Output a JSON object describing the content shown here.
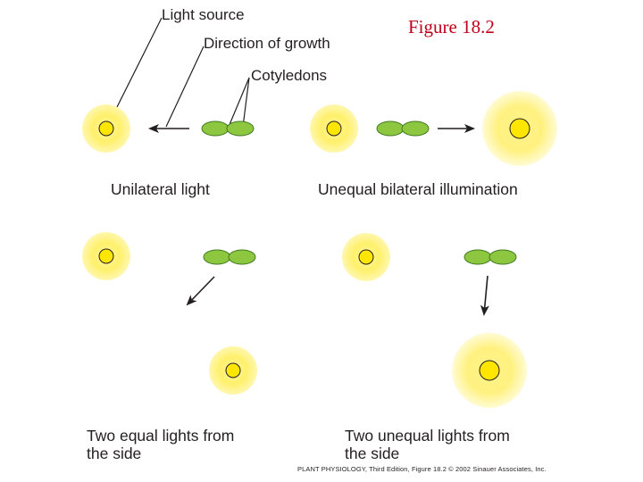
{
  "figure_title": "Figure 18.2",
  "callouts": {
    "light_source": "Light source",
    "direction_of_growth": "Direction of growth",
    "cotyledons": "Cotyledons"
  },
  "panels": {
    "unilateral": {
      "caption": "Unilateral light"
    },
    "unequal_bilateral": {
      "caption": "Unequal bilateral illumination"
    },
    "two_equal": {
      "caption_line1": "Two equal lights from",
      "caption_line2": "the side"
    },
    "two_unequal": {
      "caption_line1": "Two unequal lights from",
      "caption_line2": "the side"
    }
  },
  "credit": "PLANT PHYSIOLOGY, Third Edition, Figure 18.2  © 2002 Sinauer Associates, Inc.",
  "colors": {
    "figure_title": "#c0001a",
    "cotyledon_fill": "#8dc63f",
    "cotyledon_stroke": "#3f7a1e",
    "light_core": "#ffe600",
    "light_glow": "#fff07a",
    "line": "#231f20"
  }
}
